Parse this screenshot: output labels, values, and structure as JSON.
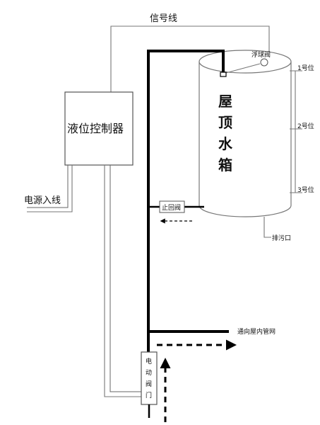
{
  "labels": {
    "signal_line": "信号线",
    "controller": "液位控制器",
    "power_in": "电源入线",
    "tank": [
      "屋",
      "顶",
      "水",
      "箱"
    ],
    "float_valve": "浮球阀",
    "level1": "1号位",
    "level2": "2号位",
    "level3": "3号位",
    "check_valve": "止回阀",
    "drain": "排污口",
    "to_house": "通向屋内管网",
    "motor_valve": [
      "电",
      "动",
      "阀",
      "门"
    ]
  }
}
